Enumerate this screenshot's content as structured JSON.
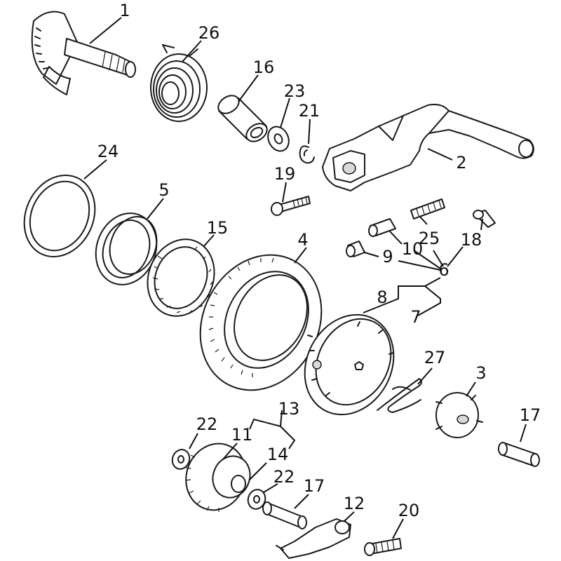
{
  "diagram": {
    "callouts": [
      "1",
      "26",
      "16",
      "23",
      "21",
      "2",
      "24",
      "19",
      "5",
      "15",
      "25",
      "18",
      "10",
      "9",
      "6",
      "4",
      "8",
      "7",
      "27",
      "3",
      "17",
      "13",
      "22",
      "11",
      "14",
      "22",
      "17",
      "12",
      "20"
    ]
  }
}
